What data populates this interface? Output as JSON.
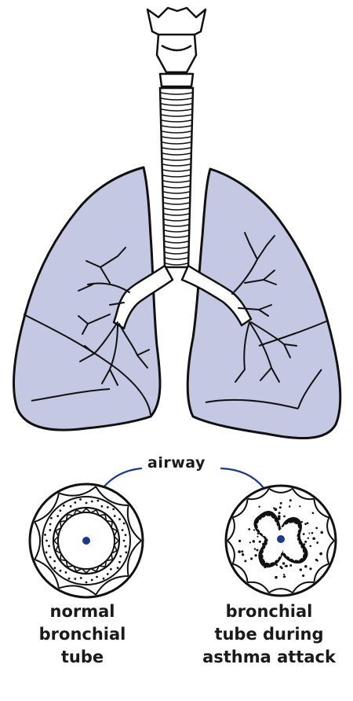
{
  "labels": {
    "airway": "airway",
    "normal": [
      "normal",
      "bronchial",
      "tube"
    ],
    "asthma": [
      "bronchial",
      "tube during",
      "asthma attack"
    ]
  },
  "colors": {
    "lung_fill": "#c5c8e3",
    "outline": "#111111",
    "pointer": "#1d3a8a",
    "background": "#ffffff"
  }
}
